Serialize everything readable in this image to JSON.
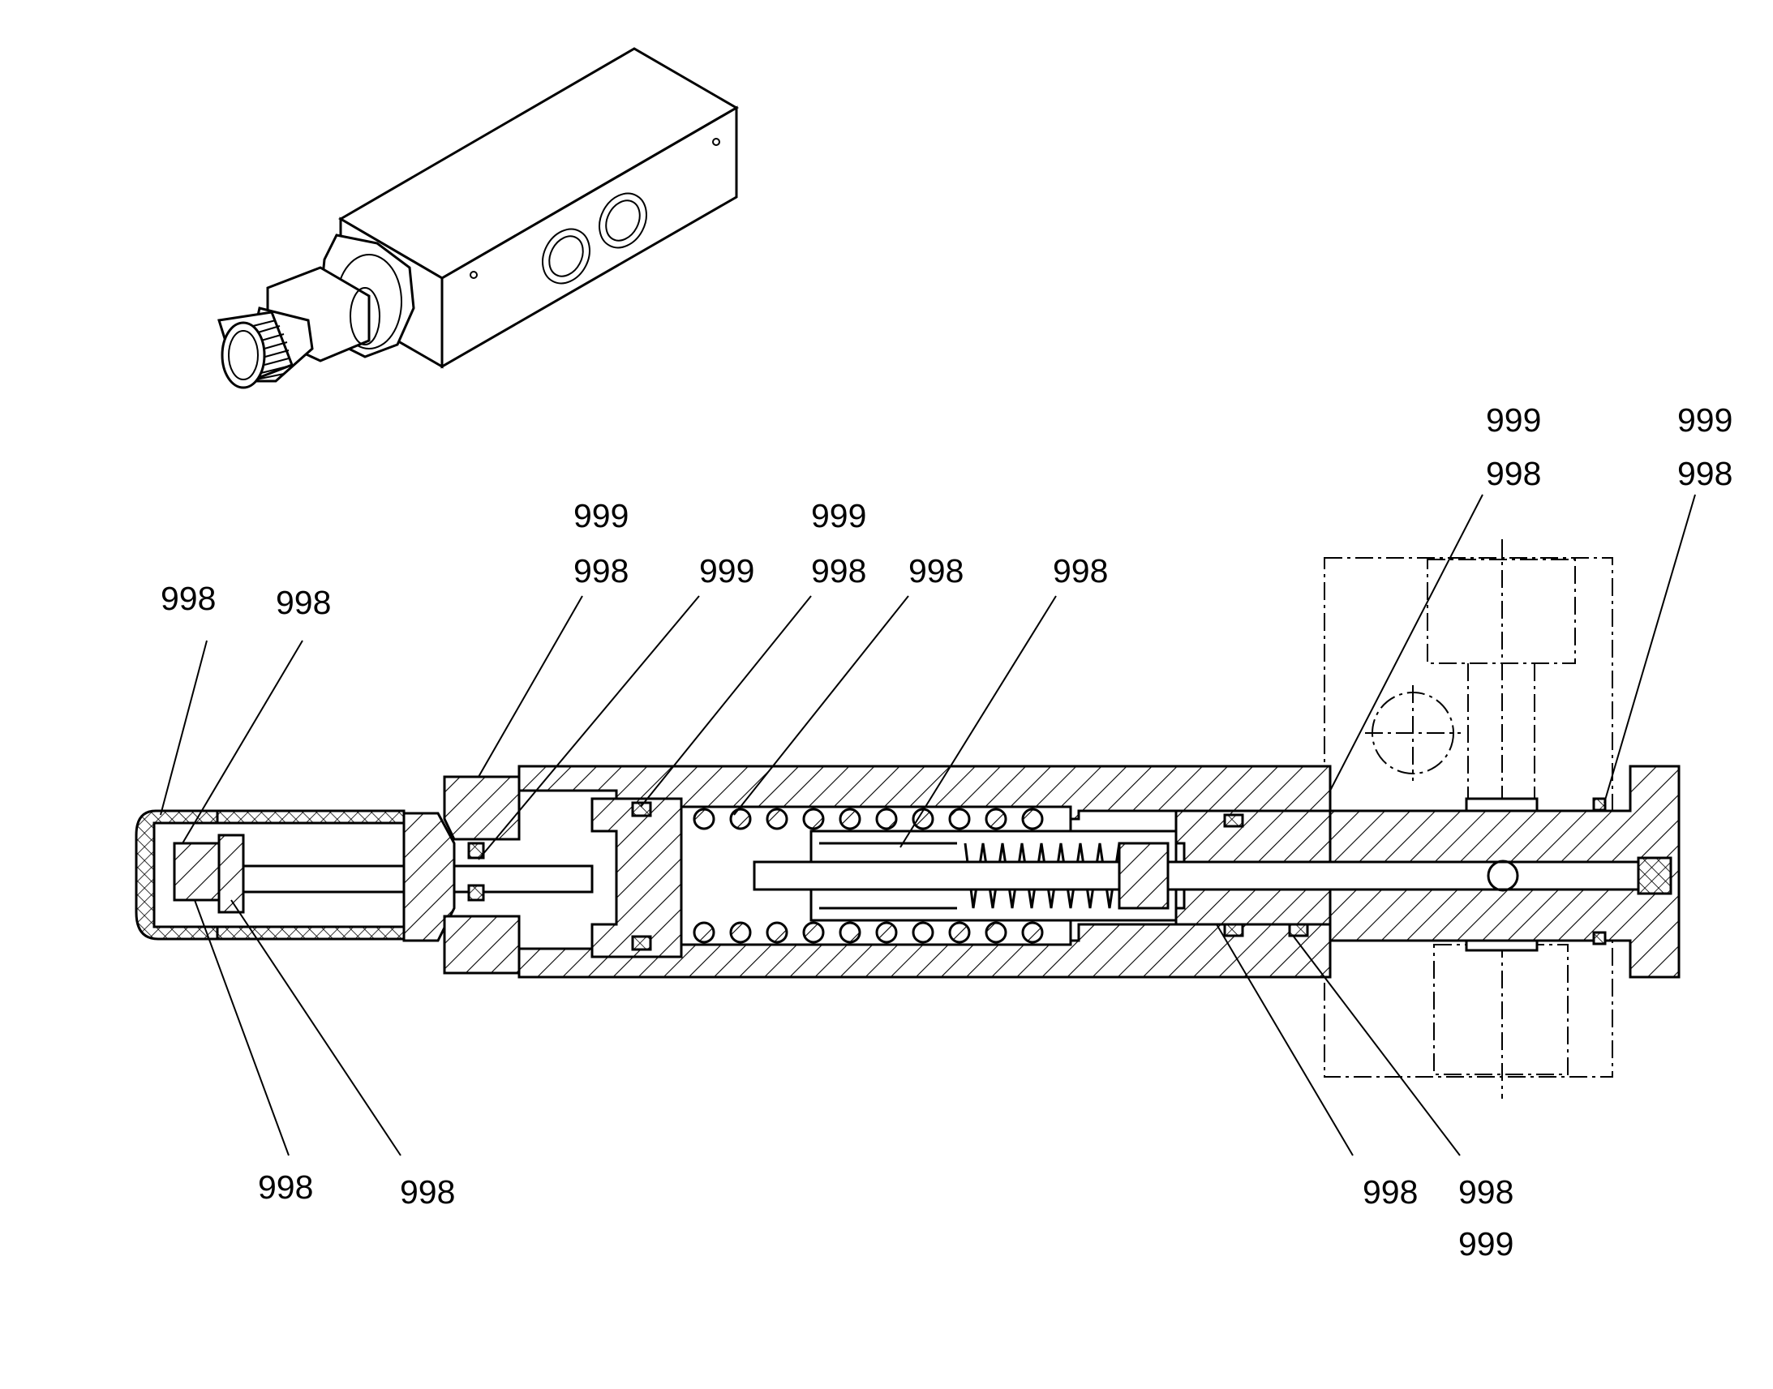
{
  "callouts": {
    "top": [
      {
        "codes": [
          "998"
        ]
      },
      {
        "codes": [
          "998"
        ]
      },
      {
        "codes": [
          "999",
          "998"
        ]
      },
      {
        "codes": [
          "999"
        ]
      },
      {
        "codes": [
          "999",
          "998"
        ]
      },
      {
        "codes": [
          "998"
        ]
      },
      {
        "codes": [
          "998"
        ]
      },
      {
        "codes": [
          "999",
          "998"
        ]
      },
      {
        "codes": [
          "999",
          "998"
        ]
      }
    ],
    "bottom": [
      {
        "codes": [
          "998"
        ]
      },
      {
        "codes": [
          "998"
        ]
      },
      {
        "codes": [
          "998"
        ]
      },
      {
        "codes": [
          "998",
          "999"
        ]
      }
    ]
  }
}
